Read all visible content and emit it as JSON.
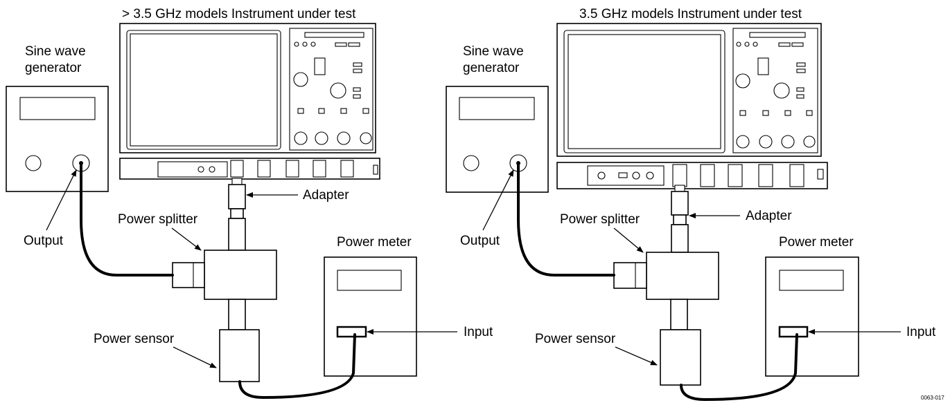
{
  "diagram": {
    "left_setup": {
      "title": ">  3.5 GHz models Instrument under test",
      "labels": {
        "generator": [
          "Sine wave",
          "generator"
        ],
        "output": "Output",
        "splitter": "Power splitter",
        "adapter": "Adapter",
        "meter": "Power meter",
        "sensor": "Power sensor",
        "input": "Input"
      }
    },
    "right_setup": {
      "title": "3.5 GHz models Instrument under test",
      "labels": {
        "generator": [
          "Sine wave",
          "generator"
        ],
        "output": "Output",
        "splitter": "Power splitter",
        "adapter": "Adapter",
        "meter": "Power meter",
        "sensor": "Power sensor",
        "input": "Input"
      }
    },
    "figure_code": "0063-017",
    "colors": {
      "ink": "#000000",
      "background": "#ffffff"
    }
  }
}
